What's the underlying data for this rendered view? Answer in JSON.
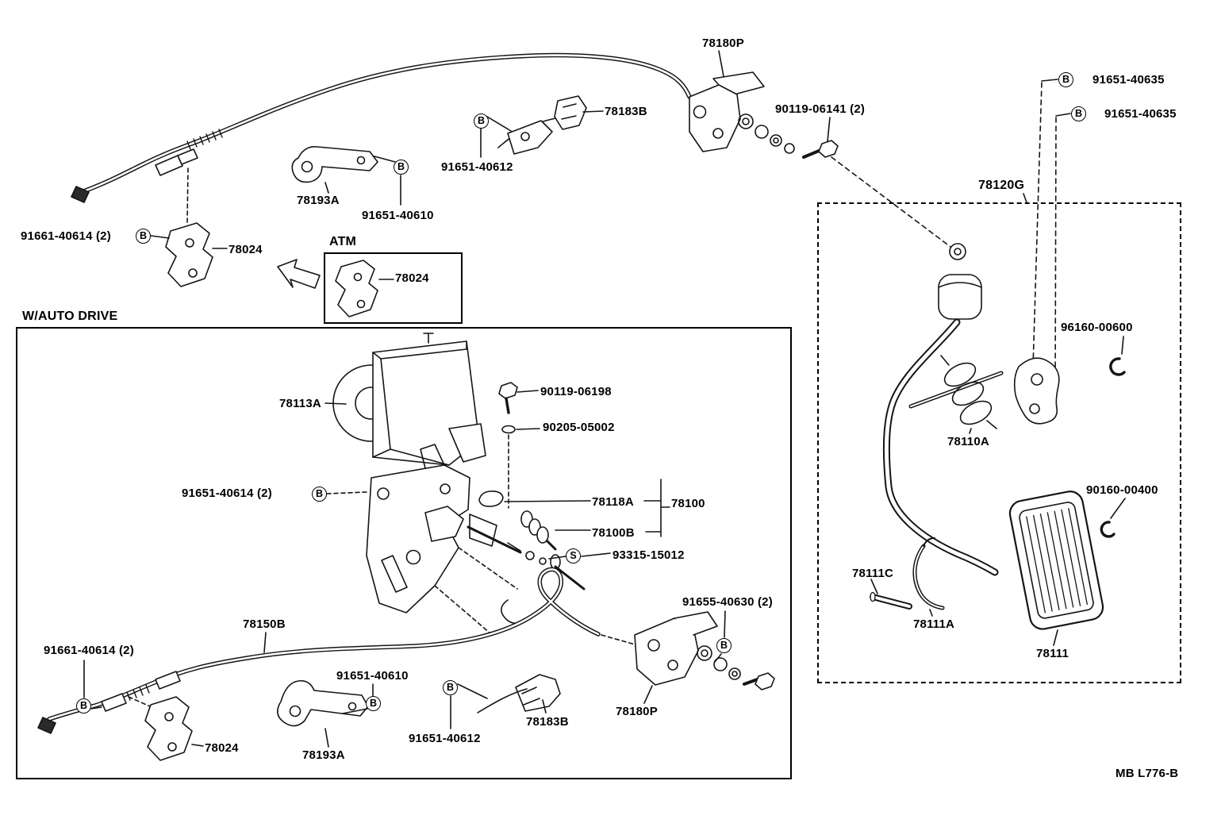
{
  "footer": {
    "drawing_code": "MB L776-B"
  },
  "frames": {
    "auto_drive": {
      "label": "W/AUTO DRIVE"
    },
    "atm": {
      "label": "ATM"
    },
    "pedal_group": {
      "label": "78120G"
    }
  },
  "labels": [
    {
      "text": "78180P"
    },
    {
      "text": "78183B"
    },
    {
      "text": "90119-06141 (2)"
    },
    {
      "text": "91651-40635"
    },
    {
      "text": "91651-40635"
    },
    {
      "text": "91651-40612"
    },
    {
      "text": "78193A"
    },
    {
      "text": "91651-40610"
    },
    {
      "text": "91661-40614 (2)"
    },
    {
      "text": "78024"
    },
    {
      "text": "78024"
    },
    {
      "text": "78113A"
    },
    {
      "text": "90119-06198"
    },
    {
      "text": "90205-05002"
    },
    {
      "text": "91651-40614 (2)"
    },
    {
      "text": "78118A"
    },
    {
      "text": "78100"
    },
    {
      "text": "78100B"
    },
    {
      "text": "93315-15012"
    },
    {
      "text": "96160-00600"
    },
    {
      "text": "78110A"
    },
    {
      "text": "90160-00400"
    },
    {
      "text": "78111C"
    },
    {
      "text": "78111A"
    },
    {
      "text": "78111"
    },
    {
      "text": "78150B"
    },
    {
      "text": "91661-40614 (2)"
    },
    {
      "text": "91651-40610"
    },
    {
      "text": "91651-40612"
    },
    {
      "text": "78183B"
    },
    {
      "text": "78180P"
    },
    {
      "text": "91655-40630 (2)"
    },
    {
      "text": "78024"
    },
    {
      "text": "78193A"
    }
  ],
  "badges": [
    {
      "letter": "B"
    },
    {
      "letter": "B"
    },
    {
      "letter": "B"
    },
    {
      "letter": "B"
    },
    {
      "letter": "B"
    },
    {
      "letter": "B"
    },
    {
      "letter": "S"
    },
    {
      "letter": "B"
    },
    {
      "letter": "B"
    },
    {
      "letter": "B"
    },
    {
      "letter": "B"
    }
  ]
}
